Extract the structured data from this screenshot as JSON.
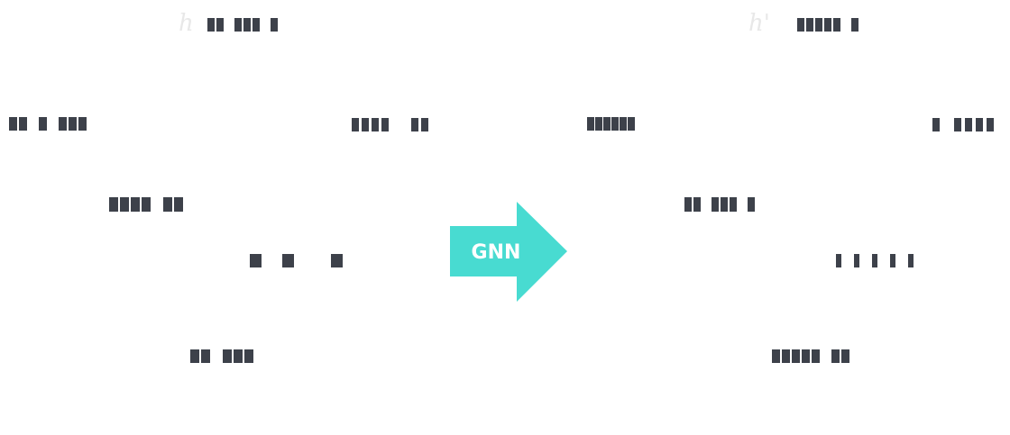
{
  "labels": {
    "left": "h",
    "right": "h'"
  },
  "arrow": {
    "text": "GNN",
    "color": "#48dbd1"
  },
  "colors": {
    "bar": "#3d414a",
    "label": "#e8e8e8"
  },
  "feature_rows": {
    "left": [
      [
        1,
        1,
        0,
        1,
        1,
        1,
        0,
        1
      ],
      [
        1,
        1,
        0,
        1,
        0,
        1,
        1,
        1
      ],
      [
        1,
        1,
        1,
        1,
        0,
        1,
        1
      ],
      [
        1,
        1,
        1,
        1,
        0,
        0,
        1,
        1
      ],
      [
        1,
        0,
        1,
        0,
        0,
        1
      ],
      [
        1,
        1,
        0,
        1,
        1,
        1
      ]
    ],
    "right": [
      [
        1,
        1,
        1,
        1,
        1,
        0,
        1
      ],
      [
        1,
        1,
        1,
        1,
        1,
        1
      ],
      [
        1,
        0,
        1,
        1,
        1,
        1
      ],
      [
        1,
        1,
        0,
        1,
        1,
        1,
        0,
        1
      ],
      [
        1,
        0,
        1,
        0,
        1,
        0,
        1,
        0,
        1
      ],
      [
        1,
        1,
        1,
        1,
        1,
        0,
        1,
        1
      ]
    ]
  }
}
